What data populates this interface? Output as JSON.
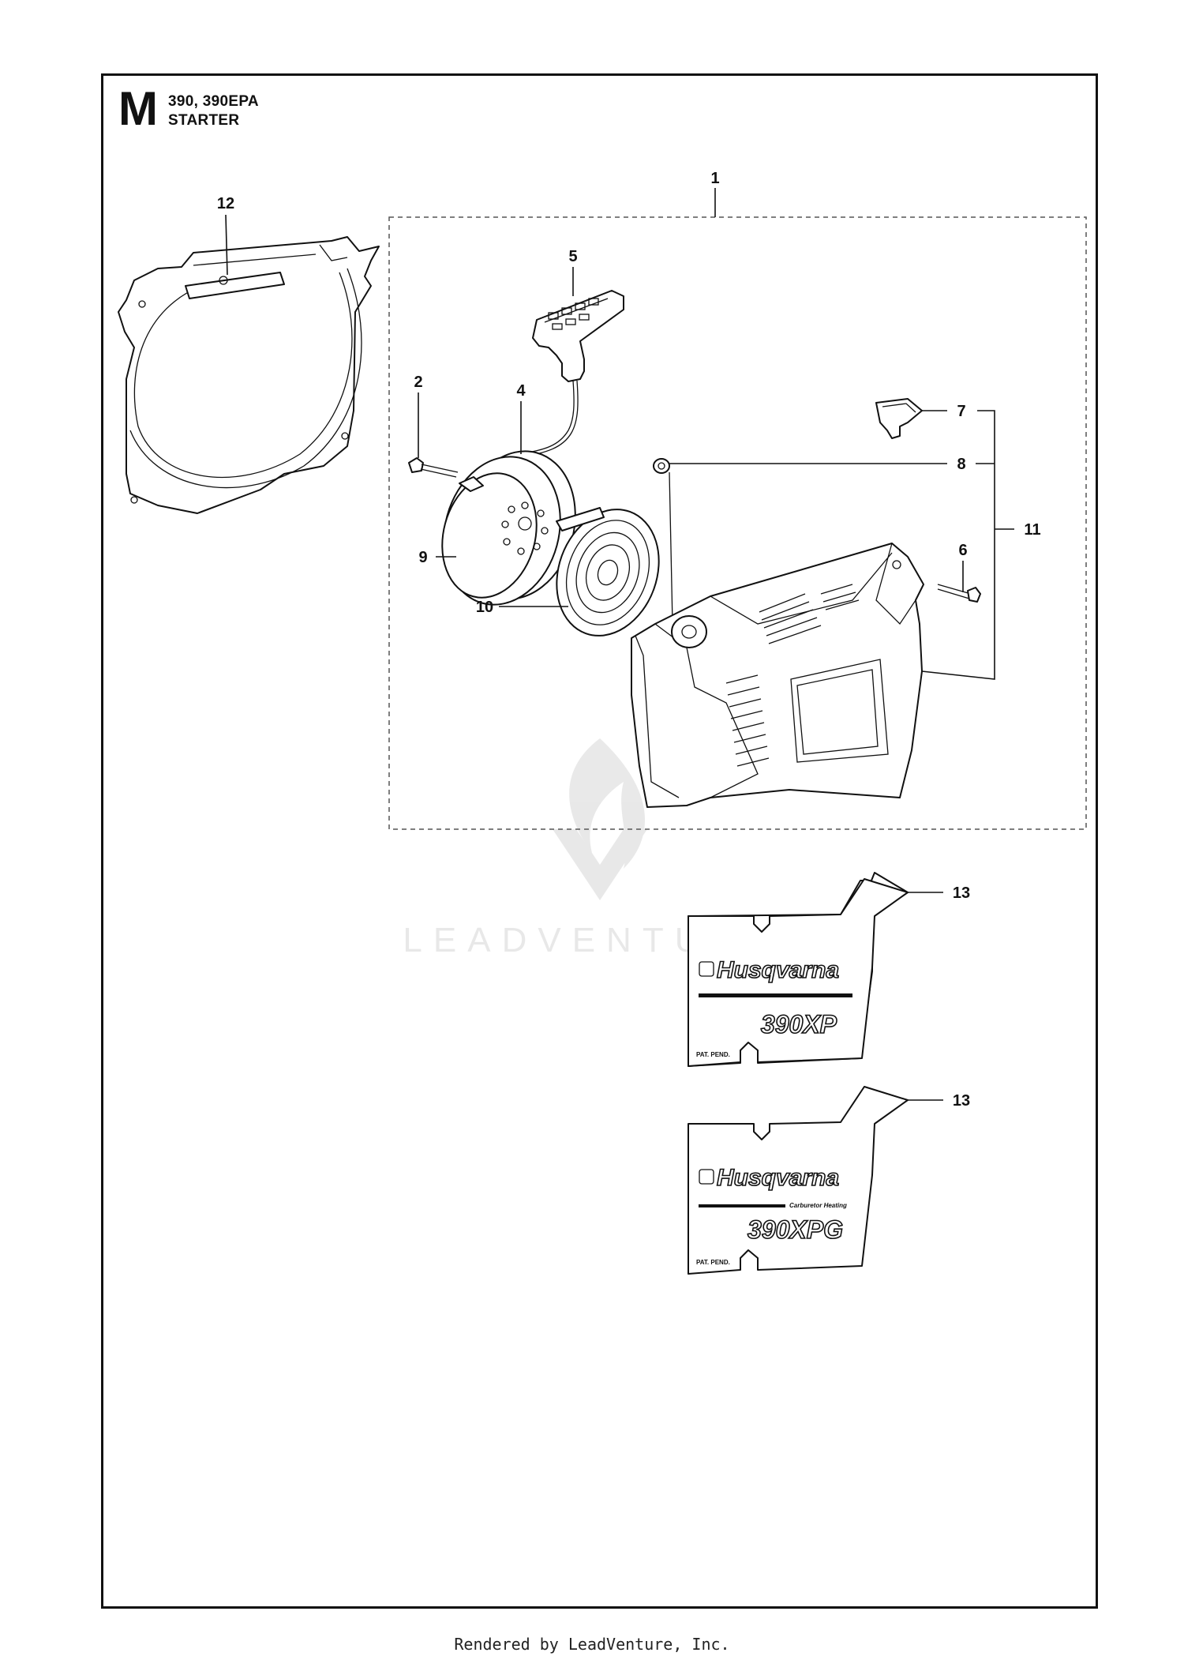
{
  "header": {
    "section_letter": "M",
    "models": "390, 390EPA",
    "title": "STARTER"
  },
  "callouts": {
    "c1": "1",
    "c2": "2",
    "c4": "4",
    "c5": "5",
    "c6": "6",
    "c7": "7",
    "c8": "8",
    "c9": "9",
    "c10": "10",
    "c11": "11",
    "c12": "12",
    "c13a": "13",
    "c13b": "13"
  },
  "decal_a": {
    "brand": "Husqvarna",
    "model": "390XP",
    "note": "PAT. PEND."
  },
  "decal_b": {
    "brand": "Husqvarna",
    "subtitle": "Carburetor Heating",
    "model": "390XPG",
    "note": "PAT. PEND."
  },
  "watermark": {
    "text": "LEADVENTURE"
  },
  "footer": {
    "text": "Rendered by LeadVenture, Inc."
  }
}
